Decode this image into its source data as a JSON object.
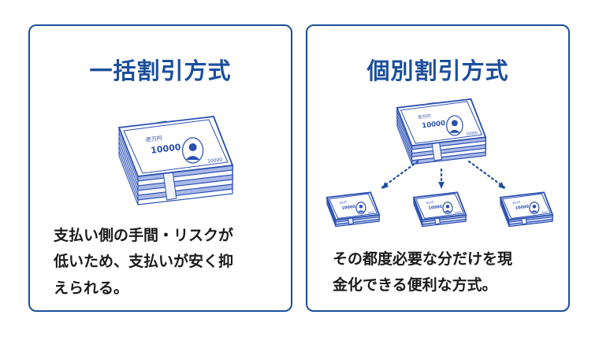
{
  "left": {
    "title": "一括割引方式",
    "desc_lines": [
      "支払い側の手間・リスクが",
      "低いため、支払いが安く抑",
      "えられる。"
    ]
  },
  "right": {
    "title": "個別割引方式",
    "desc_lines": [
      "その都度必要な分だけを現",
      "金化できる便利な方式。"
    ]
  },
  "banknote": {
    "denomination": "10000",
    "header_text": "壱万円"
  },
  "colors": {
    "border": "#1c4f9c",
    "title": "#1c4f9c",
    "text": "#1a1a1a",
    "note_fill": "#ffffff",
    "note_edge": "#2a4fb0",
    "note_band": "#aab8e8",
    "arrow": "#1c4f9c"
  }
}
